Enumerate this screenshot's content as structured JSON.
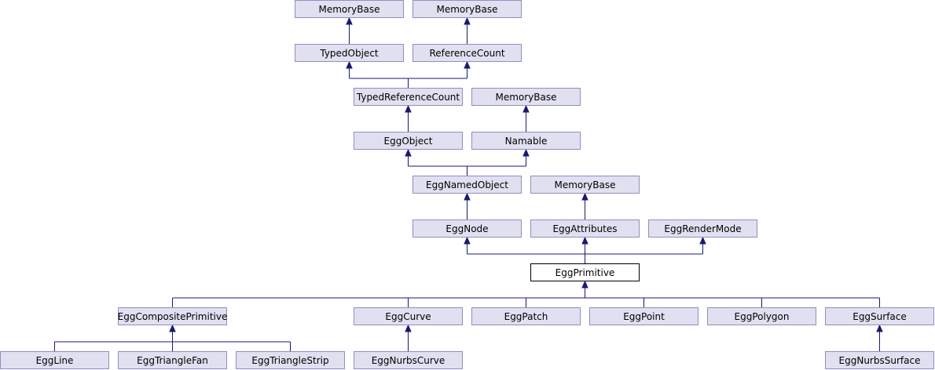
{
  "current": "EggPrimitive",
  "colors": {
    "node_fill": "#e0e0f0",
    "node_border": "#8f8fbf",
    "current_fill": "#ffffff",
    "current_border": "#000000",
    "edge": "#191970"
  },
  "nodes": [
    {
      "id": "mb1",
      "label": "MemoryBase"
    },
    {
      "id": "mb2",
      "label": "MemoryBase"
    },
    {
      "id": "typedobject",
      "label": "TypedObject"
    },
    {
      "id": "referencecount",
      "label": "ReferenceCount"
    },
    {
      "id": "typedreferencecount",
      "label": "TypedReferenceCount"
    },
    {
      "id": "mb3",
      "label": "MemoryBase"
    },
    {
      "id": "eggobject",
      "label": "EggObject"
    },
    {
      "id": "namable",
      "label": "Namable"
    },
    {
      "id": "eggnamedobject",
      "label": "EggNamedObject"
    },
    {
      "id": "mb4",
      "label": "MemoryBase"
    },
    {
      "id": "eggnode",
      "label": "EggNode"
    },
    {
      "id": "eggattributes",
      "label": "EggAttributes"
    },
    {
      "id": "eggrendermode",
      "label": "EggRenderMode"
    },
    {
      "id": "eggprimitive",
      "label": "EggPrimitive"
    },
    {
      "id": "eggcompositeprimitive",
      "label": "EggCompositePrimitive"
    },
    {
      "id": "eggcurve",
      "label": "EggCurve"
    },
    {
      "id": "eggpatch",
      "label": "EggPatch"
    },
    {
      "id": "eggpoint",
      "label": "EggPoint"
    },
    {
      "id": "eggpolygon",
      "label": "EggPolygon"
    },
    {
      "id": "eggsurface",
      "label": "EggSurface"
    },
    {
      "id": "eggline",
      "label": "EggLine"
    },
    {
      "id": "eggtrianglefan",
      "label": "EggTriangleFan"
    },
    {
      "id": "eggtrianglestrip",
      "label": "EggTriangleStrip"
    },
    {
      "id": "eggnurbscurve",
      "label": "EggNurbsCurve"
    },
    {
      "id": "eggnurbssurface",
      "label": "EggNurbsSurface"
    }
  ],
  "edges": [
    {
      "parent": "mb1",
      "children": [
        "typedobject"
      ]
    },
    {
      "parent": "mb2",
      "children": [
        "referencecount"
      ]
    },
    {
      "parent": "typedobject",
      "children": [
        "typedreferencecount"
      ]
    },
    {
      "parent": "referencecount",
      "children": [
        "typedreferencecount"
      ]
    },
    {
      "parent": "typedreferencecount",
      "children": [
        "eggobject"
      ]
    },
    {
      "parent": "mb3",
      "children": [
        "namable"
      ]
    },
    {
      "parent": "eggobject",
      "children": [
        "eggnamedobject"
      ]
    },
    {
      "parent": "namable",
      "children": [
        "eggnamedobject"
      ]
    },
    {
      "parent": "eggnamedobject",
      "children": [
        "eggnode"
      ]
    },
    {
      "parent": "mb4",
      "children": [
        "eggattributes"
      ]
    },
    {
      "parent": "eggnode",
      "children": [
        "eggprimitive"
      ]
    },
    {
      "parent": "eggattributes",
      "children": [
        "eggprimitive"
      ]
    },
    {
      "parent": "eggrendermode",
      "children": [
        "eggprimitive"
      ]
    },
    {
      "parent": "eggprimitive",
      "children": [
        "eggcompositeprimitive",
        "eggcurve",
        "eggpatch",
        "eggpoint",
        "eggpolygon",
        "eggsurface"
      ]
    },
    {
      "parent": "eggcompositeprimitive",
      "children": [
        "eggline",
        "eggtrianglefan",
        "eggtrianglestrip"
      ]
    },
    {
      "parent": "eggcurve",
      "children": [
        "eggnurbscurve"
      ]
    },
    {
      "parent": "eggsurface",
      "children": [
        "eggnurbssurface"
      ]
    }
  ]
}
